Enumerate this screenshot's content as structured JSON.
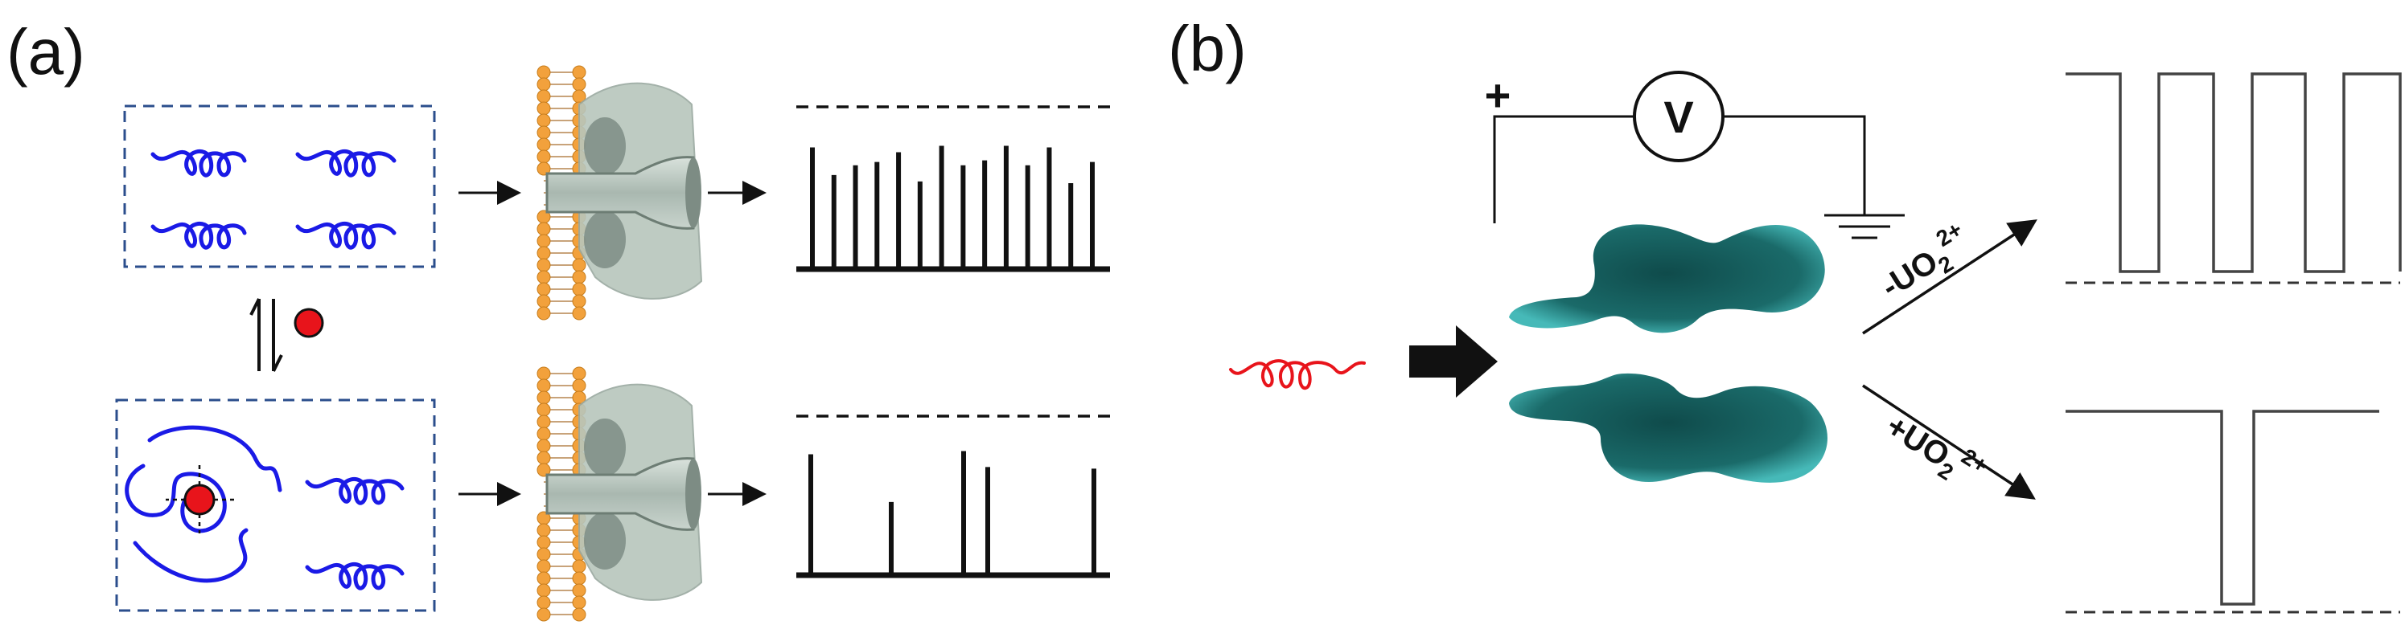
{
  "figure": {
    "panel_a": {
      "label": "(a)",
      "top_row_events": [
        0.75,
        0.58,
        0.64,
        0.66,
        0.72,
        0.54,
        0.76,
        0.64,
        0.67,
        0.76,
        0.64,
        0.75,
        0.53,
        0.66
      ],
      "bottom_row_events": [
        0.76,
        0.46,
        0.78,
        0.68,
        0.67
      ]
    },
    "panel_b": {
      "label": "(b)",
      "voltmeter_label": "V",
      "electrode_mark": "+",
      "analyte_minus": {
        "prefix": "-",
        "base": "UO",
        "sub": "2",
        "sup": "2+"
      },
      "analyte_plus": {
        "prefix": "+",
        "base": "UO",
        "sub": "2",
        "sup": "2+"
      }
    },
    "colors": {
      "dna": "#1a1ae6",
      "ion": "#e8141b",
      "lipid_head": "#f2a13c",
      "pore": "#b7c6bd",
      "nanopore_b": "#1e6f6e",
      "red_coil": "#e8141b"
    }
  }
}
